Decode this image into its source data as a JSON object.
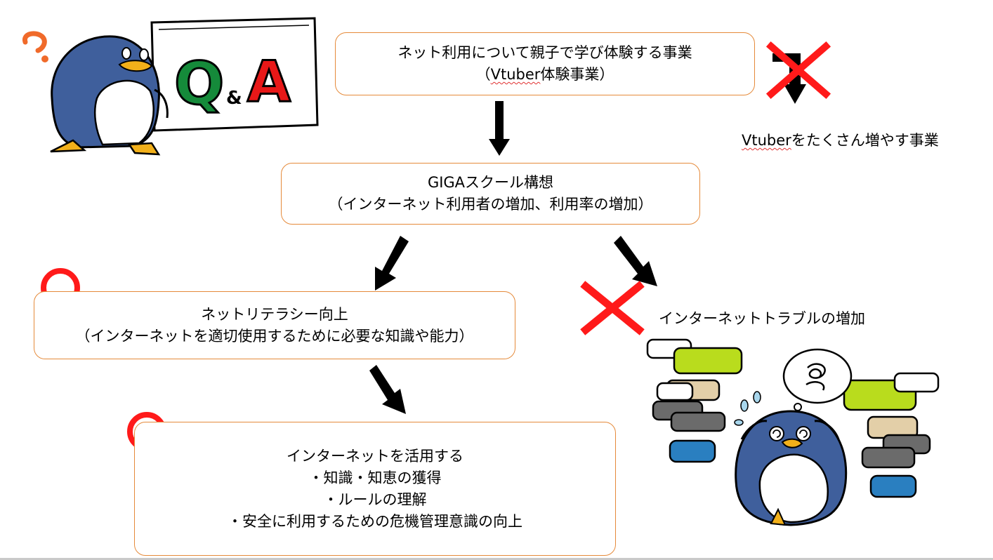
{
  "qa_sign": {
    "q": "Q",
    "amp": "&",
    "a": "A"
  },
  "box1": {
    "line1": "ネット利用について親子で学び体験する事業",
    "line2_open": "（",
    "line2_word": "Vtuber",
    "line2_rest": "体験事業）"
  },
  "crossed_out": {
    "word": "Vtuber",
    "rest": "をたくさん増やす事業"
  },
  "box2": {
    "line1": "GIGAスクール構想",
    "line2": "（インターネット利用者の増加、利用率の増加）"
  },
  "box3": {
    "line1": "ネットリテラシー向上",
    "line2": "（インターネットを適切使用するために必要な知識や能力）"
  },
  "box4": {
    "line1": "インターネットを活用する",
    "line2": "・知識・知恵の獲得",
    "line3": "・ルールの理解",
    "line4": "・安全に利用するための危機管理意識の向上"
  },
  "trouble_label": "インターネットトラブルの増加",
  "colors": {
    "box_border": "#e58a3a",
    "mark_red": "#ff1a1a",
    "penguin_blue": "#3f5f9c",
    "bubble_green": "#b9dc1d",
    "bubble_tan": "#e3cfa8",
    "bubble_gray": "#6b6b6b",
    "bubble_blue": "#2a7fc0"
  }
}
